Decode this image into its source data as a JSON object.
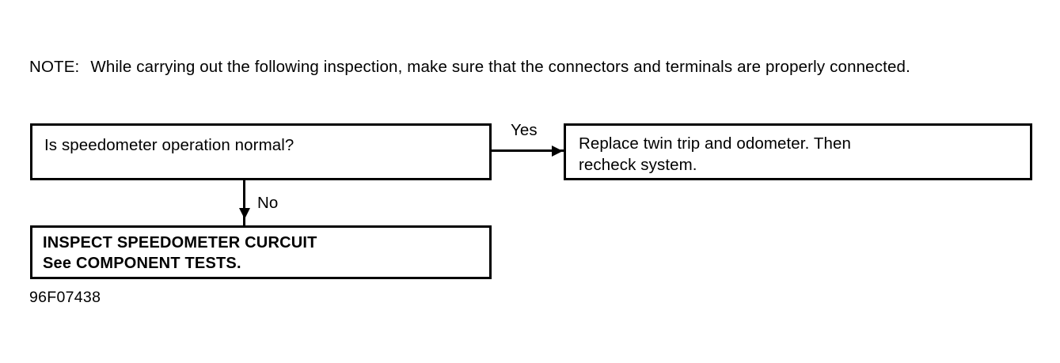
{
  "page": {
    "background_color": "#ffffff",
    "ink_color": "#000000",
    "figure_code": "96F07438"
  },
  "note": {
    "label": "NOTE:",
    "text": "While carrying out the following inspection, make sure that the connectors and terminals are properly connected."
  },
  "flowchart": {
    "type": "decision-flow",
    "nodes": [
      {
        "id": "question",
        "name": "speedometer-question-box",
        "text": "Is speedometer operation normal?",
        "bold": false
      },
      {
        "id": "replace",
        "name": "replace-odometer-box",
        "text": "Replace twin trip and odometer. Then\nrecheck system.",
        "bold": false
      },
      {
        "id": "inspect",
        "name": "inspect-circuit-box",
        "line1": "INSPECT SPEEDOMETER CURCUIT",
        "line2": "See COMPONENT TESTS.",
        "bold": true
      }
    ],
    "edges": [
      {
        "id": "yes",
        "label": "Yes",
        "from": "question",
        "to": "replace",
        "direction": "right"
      },
      {
        "id": "no",
        "label": "No",
        "from": "question",
        "to": "inspect",
        "direction": "down"
      }
    ]
  }
}
